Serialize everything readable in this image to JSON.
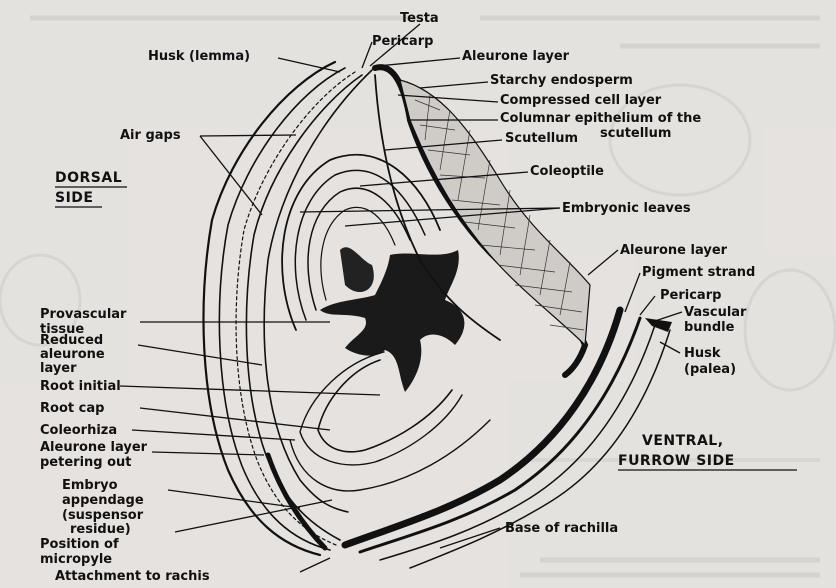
{
  "diagram": {
    "orientation": {
      "dorsal": [
        "DORSAL",
        "SIDE"
      ],
      "ventral": [
        "VENTRAL,",
        "FURROW SIDE"
      ]
    },
    "labels": {
      "testa": "Testa",
      "pericarp_top": "Pericarp",
      "aleurone_top": "Aleurone layer",
      "husk_lemma": "Husk (lemma)",
      "starchy_endosperm": "Starchy endosperm",
      "compressed_cell_layer": "Compressed cell layer",
      "columnar_epithelium": [
        "Columnar epithelium of the",
        "scutellum"
      ],
      "air_gaps": "Air gaps",
      "scutellum": "Scutellum",
      "coleoptile": "Coleoptile",
      "embryonic_leaves": "Embryonic leaves",
      "aleurone_right": "Aleurone layer",
      "pigment_strand": "Pigment strand",
      "pericarp_right": "Pericarp",
      "vascular_bundle": [
        "Vascular",
        "bundle"
      ],
      "provascular_tissue": [
        "Provascular",
        "tissue"
      ],
      "reduced_aleurone": [
        "Reduced",
        "aleurone",
        "layer"
      ],
      "husk_palea": [
        "Husk",
        "(palea)"
      ],
      "root_initial": "Root initial",
      "root_cap": "Root cap",
      "coleorhiza": "Coleorhiza",
      "aleurone_petering": [
        "Aleurone layer",
        "petering out"
      ],
      "embryo_appendage": [
        "Embryo",
        "appendage",
        "(suspensor",
        "residue)"
      ],
      "micropyle": [
        "Position of",
        "micropyle"
      ],
      "base_rachilla": "Base of rachilla",
      "attachment_rachis": "Attachment to rachis"
    }
  }
}
